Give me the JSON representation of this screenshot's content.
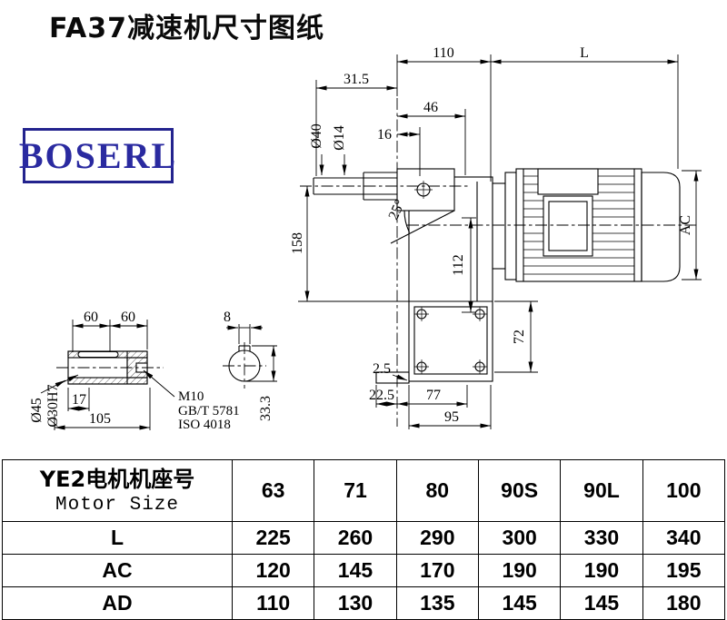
{
  "page": {
    "title": "FA37减速机尺寸图纸"
  },
  "logo": {
    "text": "BOSERL"
  },
  "drawing": {
    "labels": {
      "dim_110": "110",
      "dim_L": "L",
      "dim_31_5": "31.5",
      "dim_46": "46",
      "dim_16": "16",
      "dia_40": "Ø40",
      "dia_14": "Ø14",
      "angle_25": "25°",
      "dim_158": "158",
      "dim_112": "112",
      "dim_AC": "AC",
      "dim_72": "72",
      "dim_2_5": "2.5",
      "dim_22_5": "22.5",
      "dim_77": "77",
      "dim_95": "95",
      "dim_60_left": "60",
      "dim_60_right": "60",
      "dim_8": "8",
      "dia_45": "Ø45",
      "dia_30H7": "Ø30H7",
      "dim_17": "17",
      "dim_105": "105",
      "thread_M10": "M10",
      "std_gb": "GB/T 5781",
      "std_iso": "ISO 4018",
      "dim_33_3": "33.3"
    }
  },
  "table": {
    "header_cn": "YE2电机机座号",
    "header_en": "Motor Size",
    "sizes": [
      "63",
      "71",
      "80",
      "90S",
      "90L",
      "100"
    ],
    "rows": [
      {
        "label": "L",
        "values": [
          "225",
          "260",
          "290",
          "300",
          "330",
          "340"
        ]
      },
      {
        "label": "AC",
        "values": [
          "120",
          "145",
          "170",
          "190",
          "190",
          "195"
        ]
      },
      {
        "label": "AD",
        "values": [
          "110",
          "130",
          "135",
          "145",
          "145",
          "180"
        ]
      }
    ]
  }
}
